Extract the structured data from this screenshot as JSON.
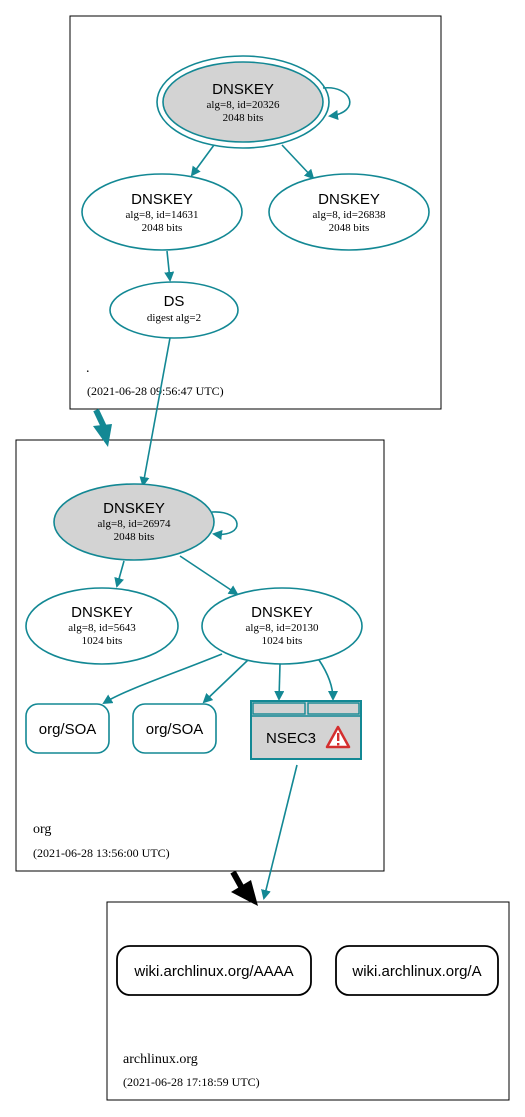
{
  "zones": {
    "root": {
      "name": ".",
      "timestamp": "(2021-06-28 09:56:47 UTC)"
    },
    "org": {
      "name": "org",
      "timestamp": "(2021-06-28 13:56:00 UTC)"
    },
    "archlinux": {
      "name": "archlinux.org",
      "timestamp": "(2021-06-28 17:18:59 UTC)"
    }
  },
  "nodes": {
    "root_ksk": {
      "title": "DNSKEY",
      "line1": "alg=8, id=20326",
      "line2": "2048 bits"
    },
    "root_zsk1": {
      "title": "DNSKEY",
      "line1": "alg=8, id=14631",
      "line2": "2048 bits"
    },
    "root_zsk2": {
      "title": "DNSKEY",
      "line1": "alg=8, id=26838",
      "line2": "2048 bits"
    },
    "org_ds": {
      "title": "DS",
      "line1": "digest alg=2"
    },
    "org_ksk": {
      "title": "DNSKEY",
      "line1": "alg=8, id=26974",
      "line2": "2048 bits"
    },
    "org_zsk1": {
      "title": "DNSKEY",
      "line1": "alg=8, id=5643",
      "line2": "1024 bits"
    },
    "org_zsk2": {
      "title": "DNSKEY",
      "line1": "alg=8, id=20130",
      "line2": "1024 bits"
    },
    "org_soa1": {
      "label": "org/SOA"
    },
    "org_soa2": {
      "label": "org/SOA"
    },
    "nsec3": {
      "label": "NSEC3"
    },
    "aaaa": {
      "label": "wiki.archlinux.org/AAAA"
    },
    "a": {
      "label": "wiki.archlinux.org/A"
    }
  },
  "colors": {
    "edge": "#138894",
    "node_fill": "#d3d3d3",
    "warning": "#d42e2e",
    "delegation_unsecure": "#000000"
  },
  "icons": {
    "warning": "warning-triangle-icon"
  }
}
